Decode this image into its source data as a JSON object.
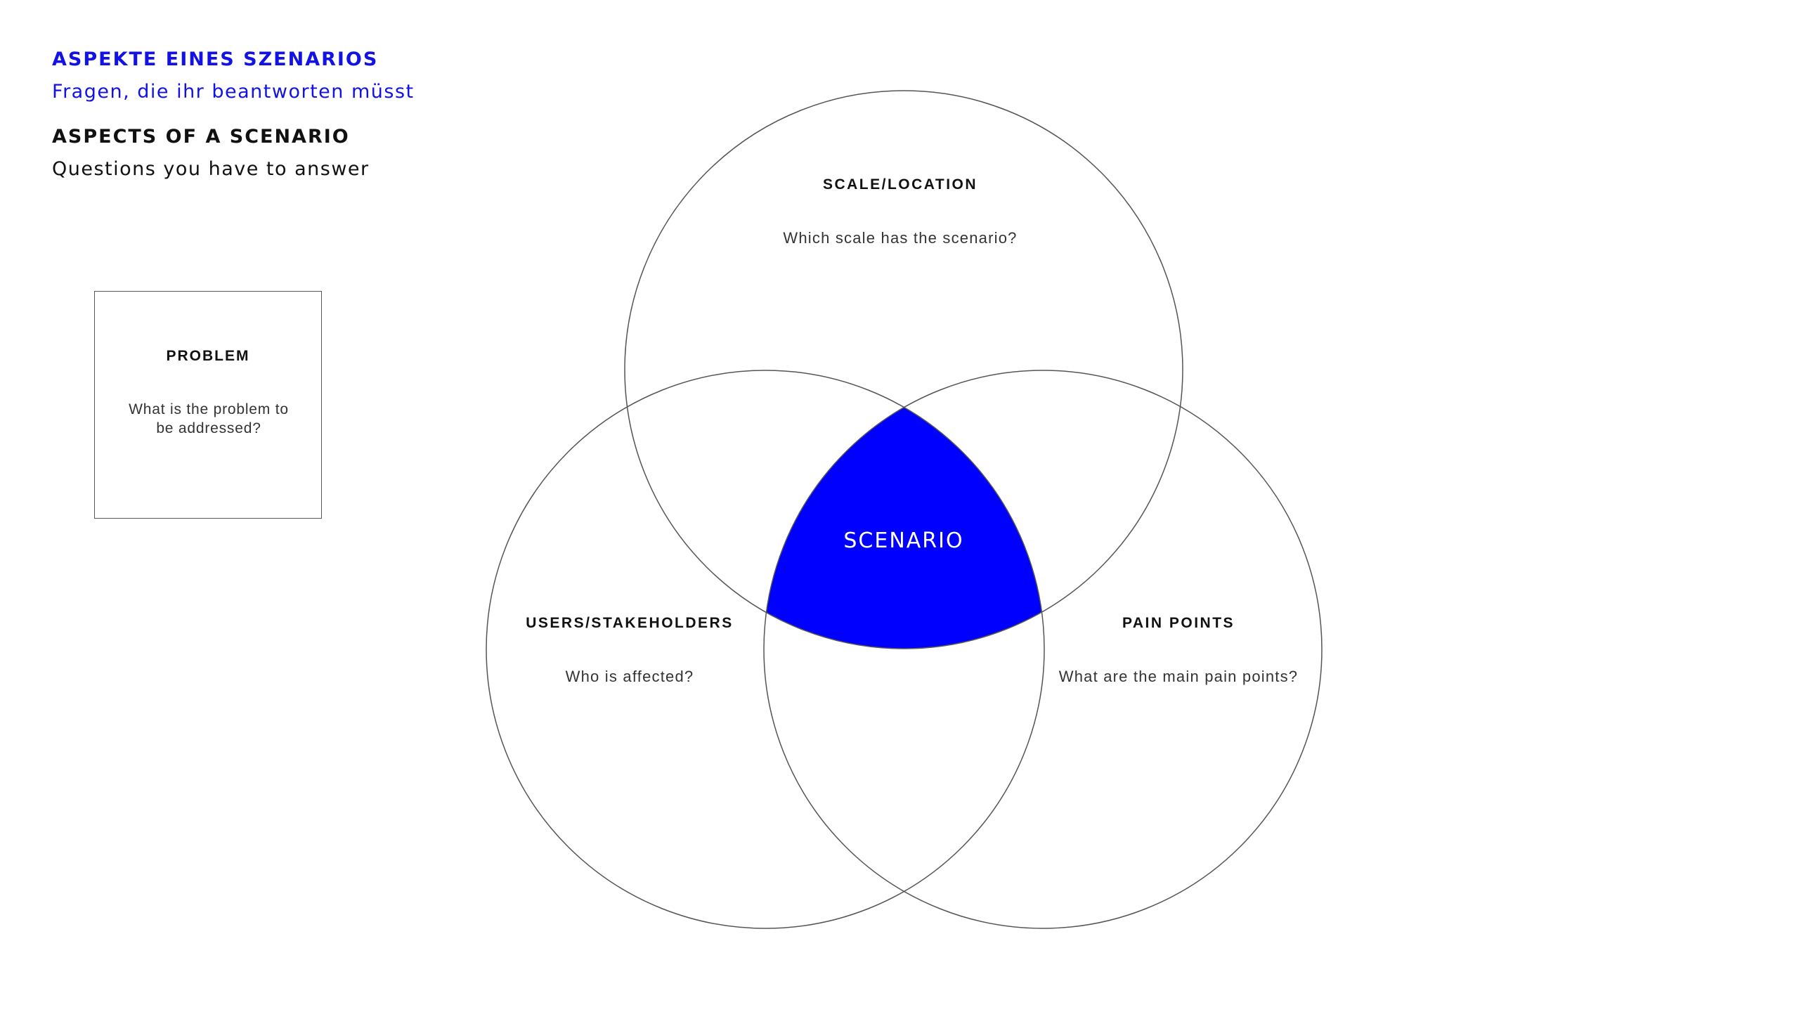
{
  "header": {
    "title_de": "ASPEKTE EINES SZENARIOS",
    "subtitle_de": "Fragen, die ihr beantworten müsst",
    "title_en": "ASPECTS OF A SCENARIO",
    "subtitle_en": "Questions you have to answer"
  },
  "problem": {
    "title": "PROBLEM",
    "question": "What is the problem to be addressed?"
  },
  "venn": {
    "top": {
      "title": "SCALE/LOCATION",
      "question": "Which scale has the scenario?"
    },
    "left": {
      "title": "USERS/STAKEHOLDERS",
      "question": "Who is affected?"
    },
    "right": {
      "title": "PAIN POINTS",
      "question": "What are the main pain points?"
    },
    "center": {
      "label": "SCENARIO"
    }
  },
  "colors": {
    "accent": "#0000ff",
    "circle_stroke": "#555555",
    "text": "#111111"
  }
}
